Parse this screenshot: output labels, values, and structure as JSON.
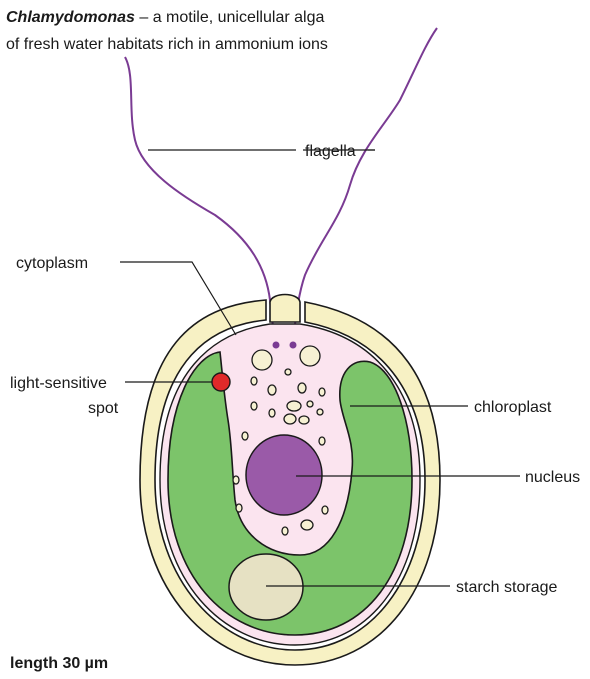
{
  "title": {
    "genus": "Chlamydomonas",
    "line1_rest": " – a motile, unicellular alga",
    "line2": "of fresh water habitats rich in ammonium ions"
  },
  "labels": {
    "flagella": "flagella",
    "cytoplasm": "cytoplasm",
    "light_spot_line1": "light-sensitive",
    "light_spot_line2": "spot",
    "chloroplast": "chloroplast",
    "nucleus": "nucleus",
    "starch": "starch storage"
  },
  "scale": "length 30 µm",
  "colors": {
    "cell_wall": "#f7f1c4",
    "cytoplasm": "#fbe4ef",
    "chloroplast": "#7cc46a",
    "nucleus": "#9a5aa8",
    "starch": "#e6e1c3",
    "eyespot": "#e02a2a",
    "flagella": "#7a3b93",
    "outline": "#1a1a1a"
  }
}
